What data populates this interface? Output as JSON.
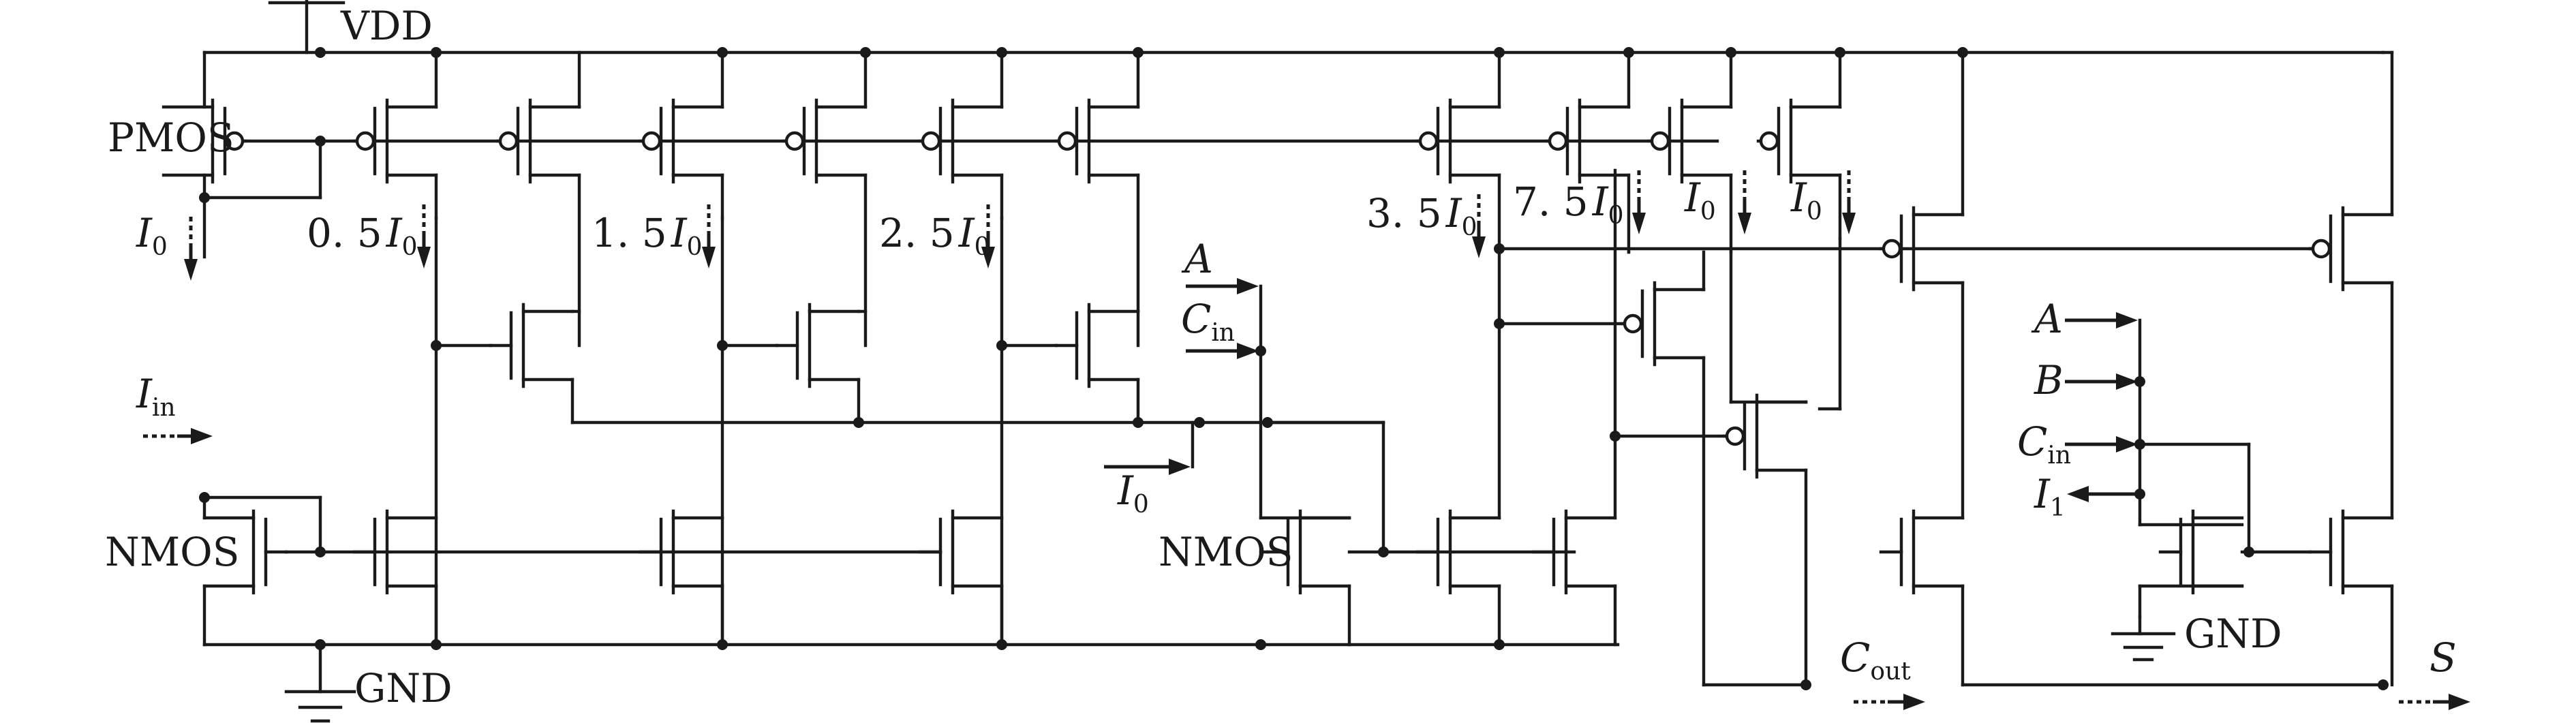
{
  "labels": {
    "vdd": "VDD",
    "gnd_main": "GND",
    "gnd_right": "GND",
    "pmos": "PMOS",
    "nmos_left": "NMOS",
    "nmos_mid": "NMOS"
  },
  "currents": {
    "i0_ref": {
      "sym": "I",
      "sub": "0"
    },
    "half": {
      "coef": "0. 5",
      "sym": "I",
      "sub": "0"
    },
    "one5": {
      "coef": "1. 5",
      "sym": "I",
      "sub": "0"
    },
    "two5": {
      "coef": "2. 5",
      "sym": "I",
      "sub": "0"
    },
    "three5": {
      "coef": "3. 5",
      "sym": "I",
      "sub": "0"
    },
    "seven5": {
      "coef": "7. 5",
      "sym": "I",
      "sub": "0"
    },
    "i0_a": {
      "sym": "I",
      "sub": "0"
    },
    "i0_b": {
      "sym": "I",
      "sub": "0"
    },
    "i0_in": {
      "sym": "I",
      "sub": "0"
    },
    "iin": {
      "sym": "I",
      "sub": "in"
    },
    "i1": {
      "sym": "I",
      "sub": "1"
    }
  },
  "signals": {
    "a_mid": {
      "sym": "A"
    },
    "cin_mid": {
      "sym": "C",
      "sub": "in"
    },
    "a_r": {
      "sym": "A"
    },
    "b_r": {
      "sym": "B"
    },
    "cin_r": {
      "sym": "C",
      "sub": "in"
    },
    "cout": {
      "sym": "C",
      "sub": "out"
    },
    "s": {
      "sym": "S"
    }
  }
}
